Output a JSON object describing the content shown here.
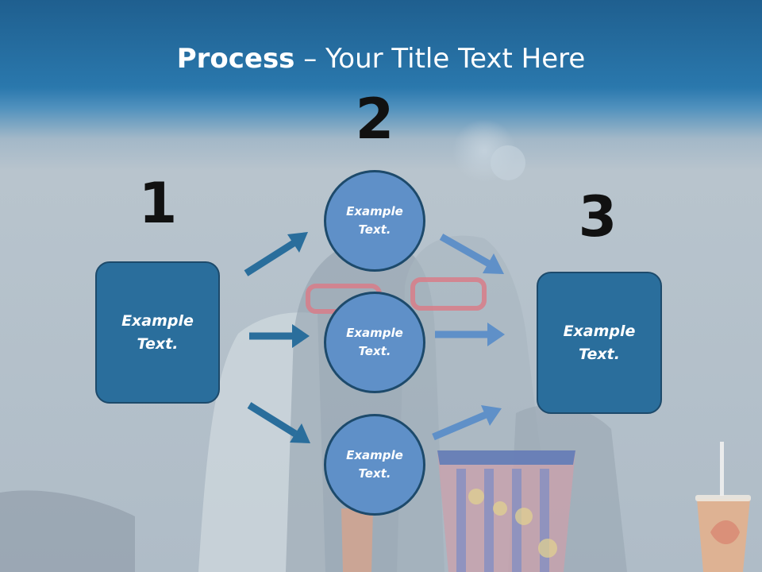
{
  "title": {
    "bold": "Process",
    "rest": " – Your Title Text Here"
  },
  "steps": {
    "one": "1",
    "two": "2",
    "three": "3"
  },
  "boxes": {
    "left": {
      "line1": "Example",
      "line2": "Text."
    },
    "right": {
      "line1": "Example",
      "line2": "Text."
    }
  },
  "circles": [
    {
      "line1": "Example",
      "line2": "Text."
    },
    {
      "line1": "Example",
      "line2": "Text."
    },
    {
      "line1": "Example",
      "line2": "Text."
    }
  ],
  "colors": {
    "box_fill": "#2a6e9c",
    "circle_fill": "#5f90c8",
    "outline": "#1d4a6b",
    "arrow_dark": "#2a6e9c",
    "arrow_light": "#5f90c8"
  }
}
